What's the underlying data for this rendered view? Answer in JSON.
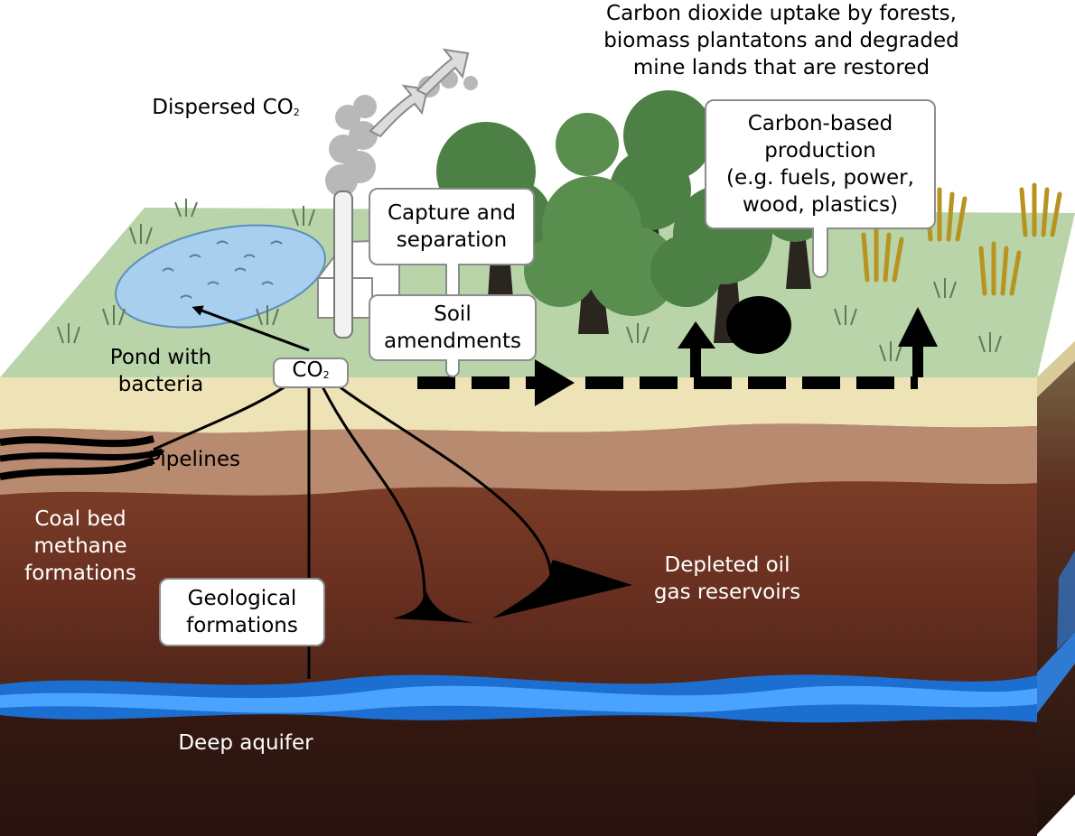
{
  "labels": {
    "uptake": [
      "Carbon dioxide uptake by forests,",
      "biomass plantatons and degraded",
      "mine lands that are restored"
    ],
    "dispersed_main": "Dispersed CO",
    "dispersed_sub": "2",
    "carbon_based": [
      "Carbon-based",
      "production",
      "(e.g. fuels, power,",
      "wood, plastics)"
    ],
    "capture": [
      "Capture and",
      "separation"
    ],
    "soil": [
      "Soil",
      "amendments"
    ],
    "pond": [
      "Pond with",
      "bacteria"
    ],
    "co2_main": "CO",
    "co2_sub": "2",
    "pipelines": "Pipelines",
    "coal": [
      "Coal bed",
      "methane",
      "formations"
    ],
    "geological": [
      "Geological",
      "formations"
    ],
    "depleted": [
      "Depleted oil",
      "gas reservoirs"
    ],
    "aquifer": "Deep aquifer"
  },
  "colors": {
    "ground_top": "#b8d4a8",
    "topsoil": "#ede3b6",
    "subsoil": "#b88a6f",
    "rock_mid": "#8b4a2e",
    "rock_deep": "#3d211a",
    "aquifer_dark": "#1c6fd0",
    "aquifer_light": "#4aa3ff",
    "tree_green": "#4d8045",
    "trunk": "#2b2520",
    "wheat": "#d8b32b",
    "pond": "#a8cfee"
  }
}
